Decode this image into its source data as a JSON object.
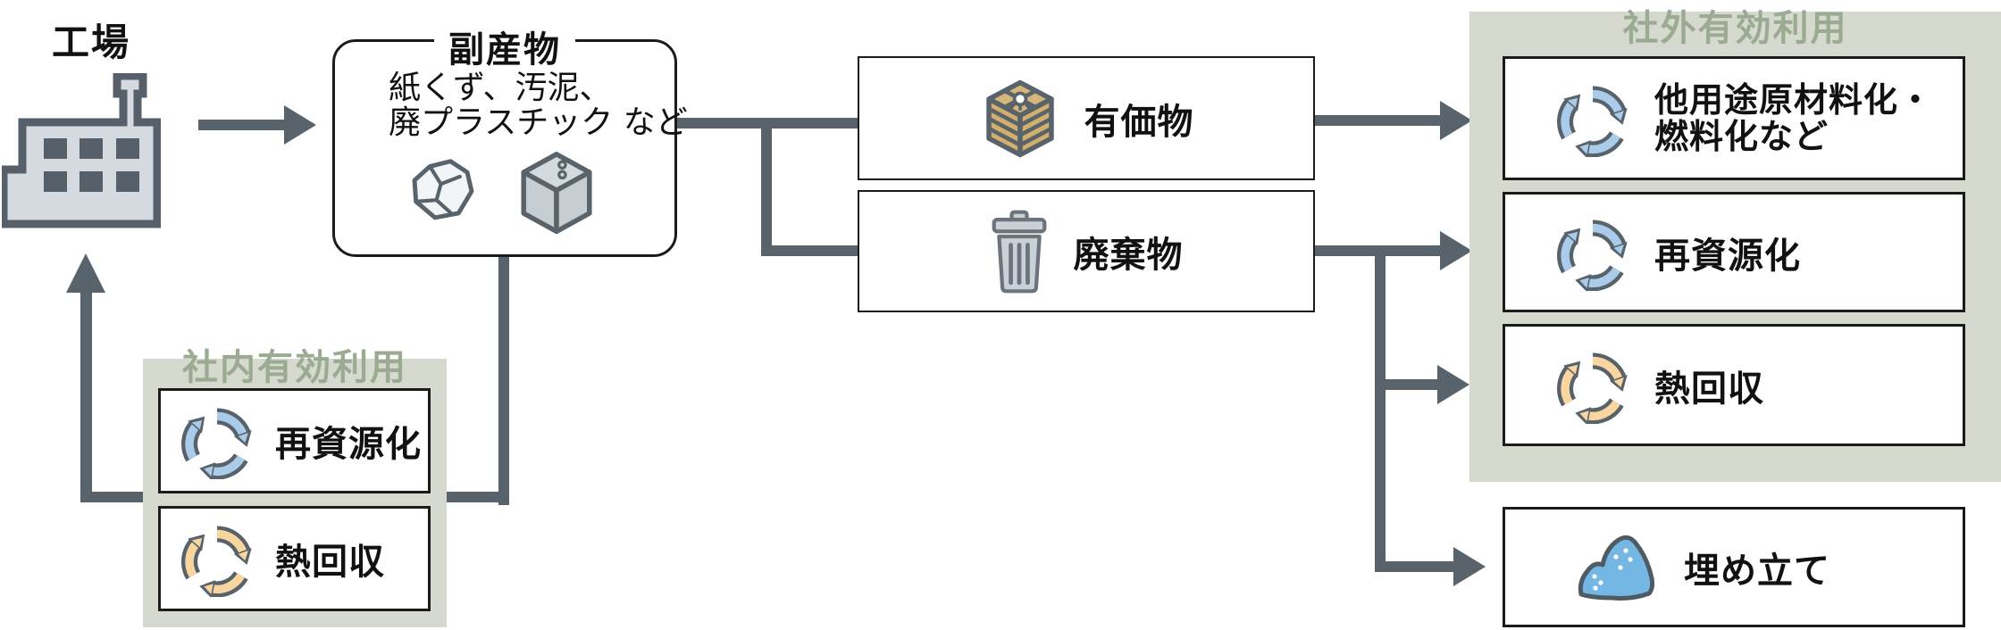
{
  "factory": {
    "label": "工場"
  },
  "byproducts": {
    "title": "副産物",
    "description": [
      "紙くず、汚泥、",
      "廃プラスチック など"
    ],
    "icons": [
      "crumpled-paper-icon",
      "cube-icon"
    ]
  },
  "streams": [
    {
      "label": "有価物",
      "icon": "money-bundle-icon"
    },
    {
      "label": "廃棄物",
      "icon": "trash-can-icon"
    }
  ],
  "internal_use": {
    "title": "社内有効利用",
    "items": [
      {
        "label": "再資源化",
        "icon": "recycle-icon",
        "icon_color_key": "recycle_blue"
      },
      {
        "label": "熱回収",
        "icon": "recycle-icon",
        "icon_color_key": "recycle_orange"
      }
    ]
  },
  "external_use": {
    "title": "社外有効利用",
    "items": [
      {
        "lines": [
          "他用途原材料化・",
          "燃料化など"
        ],
        "icon": "recycle-icon",
        "icon_color_key": "recycle_blue"
      },
      {
        "label": "再資源化",
        "icon": "recycle-icon",
        "icon_color_key": "recycle_blue"
      },
      {
        "label": "熱回収",
        "icon": "recycle-icon",
        "icon_color_key": "recycle_orange"
      }
    ]
  },
  "landfill": {
    "label": "埋め立て",
    "icon": "landfill-mound-icon"
  },
  "colors": {
    "connector": "#59636b",
    "box_border": "#1b1b1b",
    "panel_bg": "#d5d9ce",
    "panel_title_green": "#9aab92",
    "recycle_blue": "#aacbe9",
    "recycle_orange": "#f9d5a0",
    "recycle_outline": "#57626b",
    "money_tan": "#d2b06c",
    "trash_gray": "#c9d0d6",
    "mound_blue": "#74b7e4",
    "factory_gray": "#d4dae0"
  }
}
